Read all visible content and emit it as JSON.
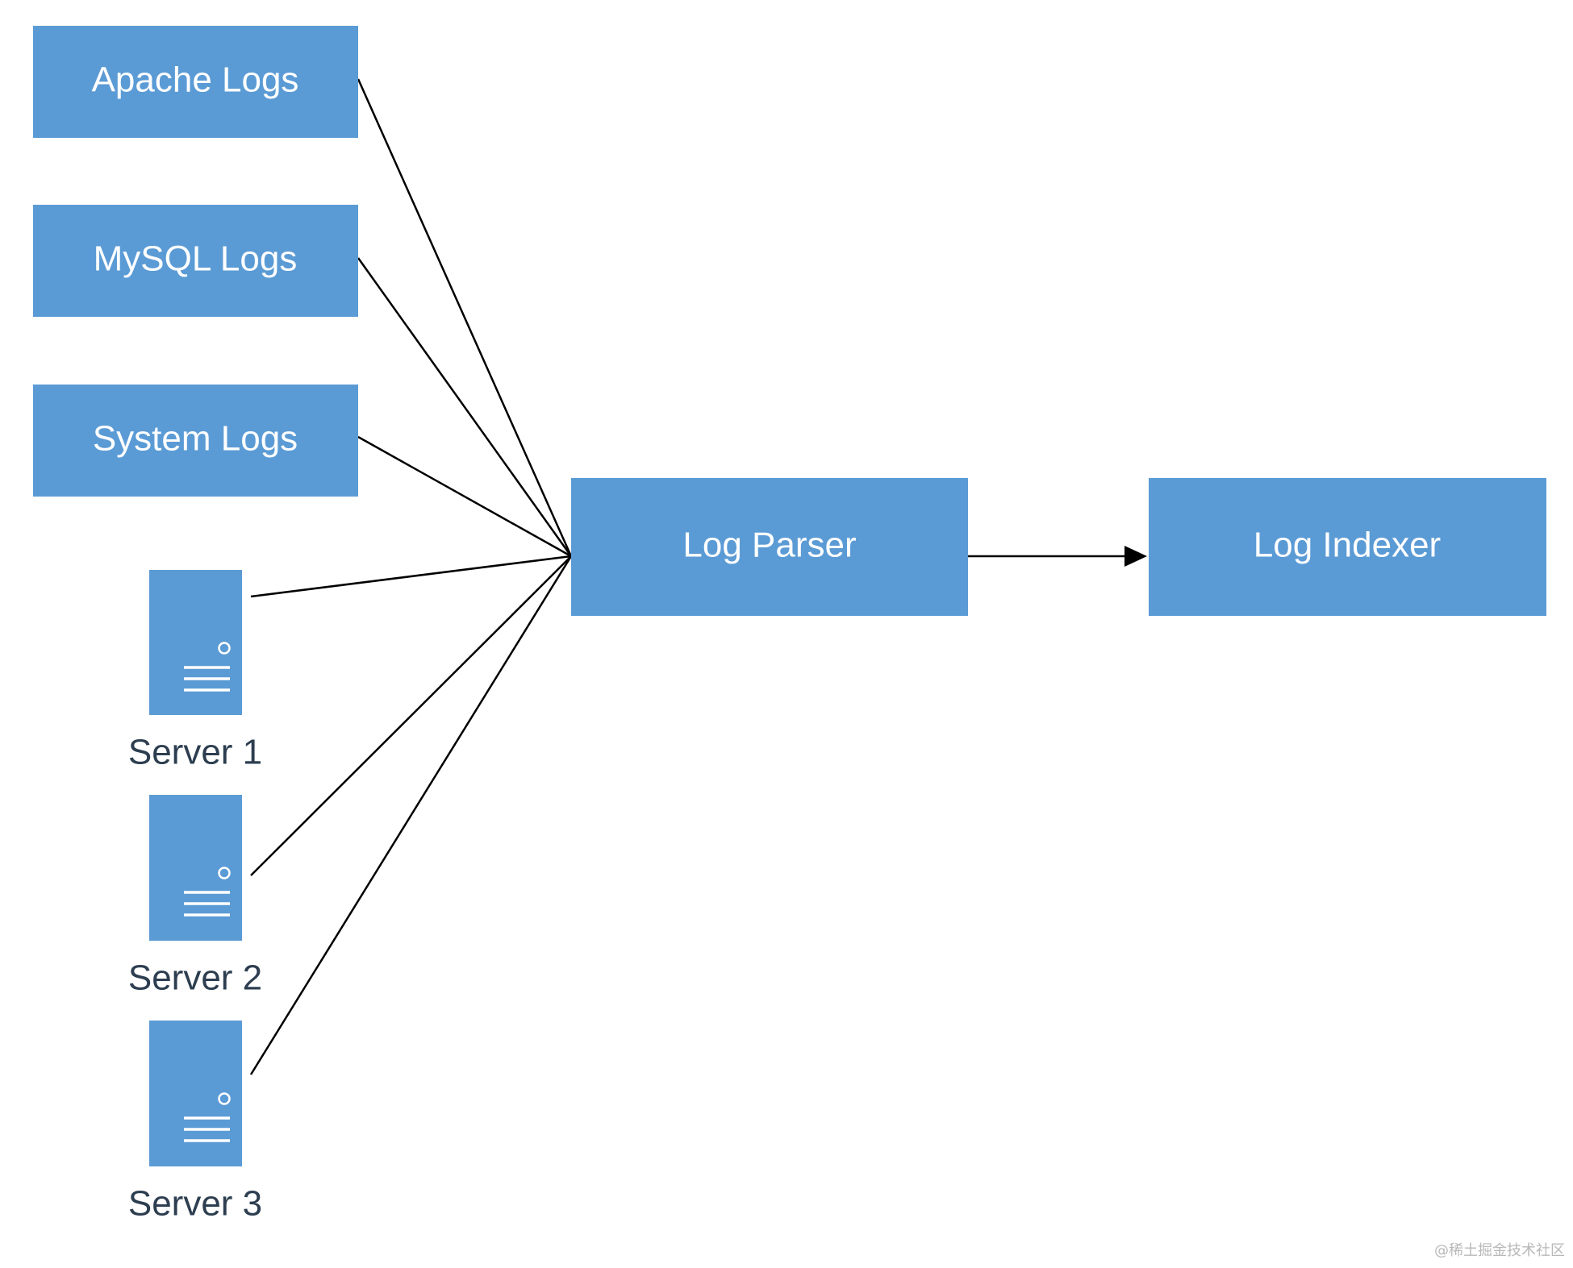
{
  "nodes": {
    "apache_logs": "Apache Logs",
    "mysql_logs": "MySQL Logs",
    "system_logs": "System Logs",
    "log_parser": "Log Parser",
    "log_indexer": "Log Indexer"
  },
  "servers": [
    {
      "label": "Server 1"
    },
    {
      "label": "Server 2"
    },
    {
      "label": "Server 3"
    }
  ],
  "edges": [
    {
      "from": "Apache Logs",
      "to": "Log Parser",
      "style": "line"
    },
    {
      "from": "MySQL Logs",
      "to": "Log Parser",
      "style": "line"
    },
    {
      "from": "System Logs",
      "to": "Log Parser",
      "style": "line"
    },
    {
      "from": "Server 1",
      "to": "Log Parser",
      "style": "line"
    },
    {
      "from": "Server 2",
      "to": "Log Parser",
      "style": "line"
    },
    {
      "from": "Server 3",
      "to": "Log Parser",
      "style": "line"
    },
    {
      "from": "Log Parser",
      "to": "Log Indexer",
      "style": "arrow"
    }
  ],
  "colors": {
    "box_fill": "#5b9bd5",
    "box_text": "#ffffff",
    "server_label": "#2d3e50",
    "connector": "#000000"
  },
  "watermark": "@稀土掘金技术社区"
}
